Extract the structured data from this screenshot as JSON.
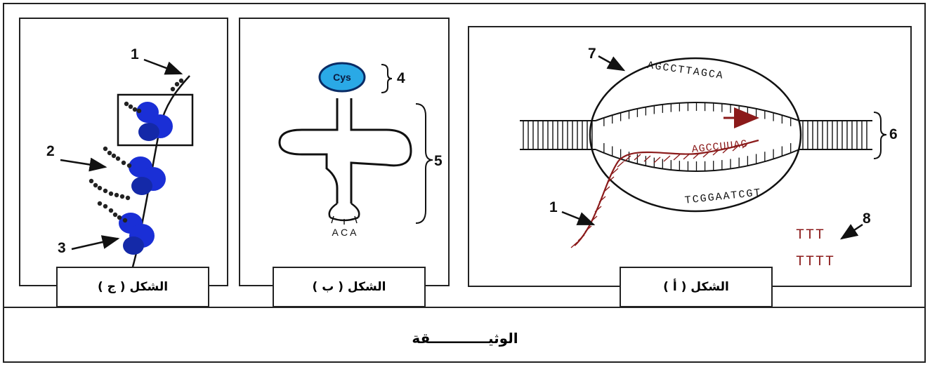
{
  "document_title": "الوثيــــــــــــقة",
  "panels": {
    "a": {
      "caption": "الشكل ( أ )",
      "top_strand": "AGCCTTAGCA",
      "rna_strand": "AGCCUUAG",
      "bottom_strand": "TCGGAATCGT",
      "free_nucleotides_1": "TTT",
      "free_nucleotides_2": "TTTT",
      "labels": {
        "n1": "1",
        "n6": "6",
        "n7": "7",
        "n8": "8"
      }
    },
    "b": {
      "caption": "الشكل ( ب )",
      "amino_acid": "Cys",
      "anticodon": "A C A",
      "labels": {
        "n4": "4",
        "n5": "5"
      }
    },
    "c": {
      "caption": "الشكل ( ج )",
      "labels": {
        "n1": "1",
        "n2": "2",
        "n3": "3"
      }
    }
  },
  "colors": {
    "rna": "#8b1a1a",
    "ribosome": "#1a2fd6",
    "cys_fill": "#2aa9e6",
    "line": "#111111"
  }
}
